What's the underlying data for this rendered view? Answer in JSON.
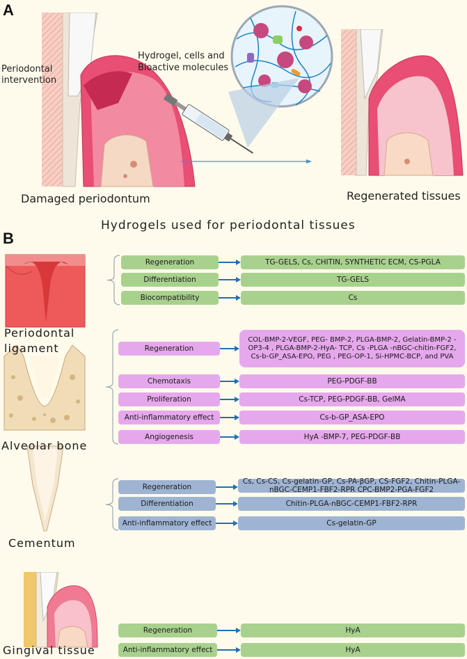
{
  "panel_a": {
    "letter": "A",
    "periodontal_intervention": [
      "Periodontal",
      "intervention"
    ],
    "hydrogel_label": [
      "Hydrogel, cells and",
      "Bioactive molecules"
    ],
    "damaged_label": "Damaged periodontum",
    "regenerated_label": "Regenerated tissues"
  },
  "panel_b": {
    "letter": "B",
    "title": "Hydrogels used for periodontal tissues",
    "tissues": [
      {
        "name_lines": [
          "Periodontal",
          "ligament"
        ],
        "color": "#a9d18e",
        "rows": [
          {
            "effect": "Regeneration",
            "hydrogels": "TG-GELS, Cs, CHITIN, SYNTHETIC ECM, CS-PGLA"
          },
          {
            "effect": "Differentiation",
            "hydrogels": "TG-GELS"
          },
          {
            "effect": "Biocompatibility",
            "hydrogels": "Cs"
          }
        ]
      },
      {
        "name_lines": [
          "Alveolar bone"
        ],
        "color": "#e6a8ec",
        "rows": [
          {
            "effect": "Regeneration",
            "hydrogels": "COL-BMP-2-VEGF, PEG- BMP-2, PLGA-BMP-2, Gelatin-BMP-2 -OP3-4 , PLGA-BMP-2-HyA- TCP, Cs -PLGA -nBGC-chitin-FGF2, Cs-b-GP_ASA-EPO, PEG , PEG-OP-1, Si-HPMC-BCP, and  PVA"
          },
          {
            "effect": "Chemotaxis",
            "hydrogels": "PEG-PDGF-BB"
          },
          {
            "effect": "Proliferation",
            "hydrogels": "Cs-TCP, PEG-PDGF-BB, GelMA"
          },
          {
            "effect": "Anti-inflammatory effect",
            "hydrogels": "Cs-b-GP_ASA-EPO"
          },
          {
            "effect": "Angiogenesis",
            "hydrogels": "HyA -BMP-7, PEG-PDGF-BB"
          }
        ]
      },
      {
        "name_lines": [
          "Cementum"
        ],
        "color": "#9fb4d3",
        "rows": [
          {
            "effect": "Regeneration",
            "hydrogels": "Cs, Cs-CS, Cs-gelatin-GP, Cs-PA-βGP, CS-FGF2, Chitin-PLGA-nBGC-CEMP1-FBF2-RPR CPC-BMP2-PGA-FGF2"
          },
          {
            "effect": "Differentiation",
            "hydrogels": "Chitin-PLGA-nBGC-CEMP1-FBF2-RPR"
          },
          {
            "effect": "Anti-inflammatory effect",
            "hydrogels": "Cs-gelatin-GP"
          }
        ]
      },
      {
        "name_lines": [
          "Gingival tissue"
        ],
        "color": "#a9d18e",
        "rows": [
          {
            "effect": "Regeneration",
            "hydrogels": "HyA"
          },
          {
            "effect": "Anti-inflammatory effect",
            "hydrogels": "HyA"
          }
        ]
      }
    ],
    "arrow_color": "#1f6fb7"
  }
}
